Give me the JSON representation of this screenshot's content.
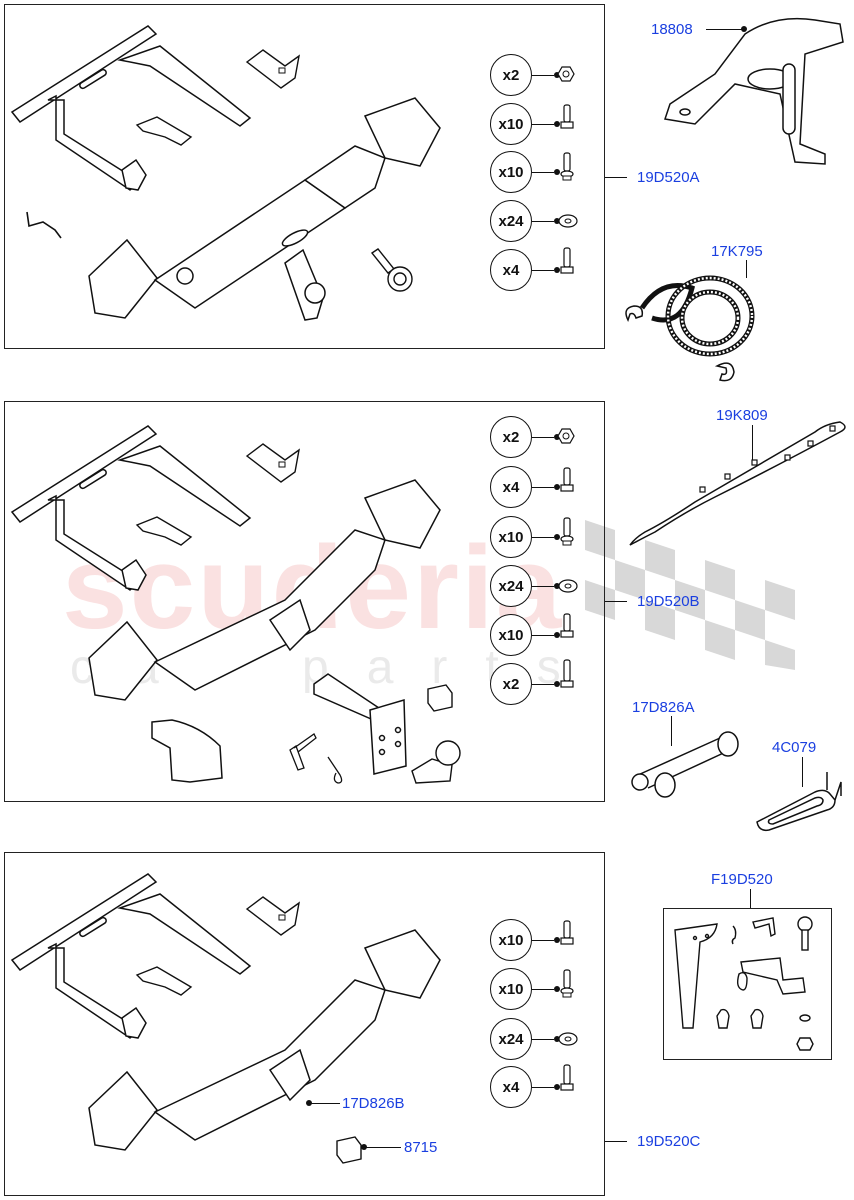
{
  "watermark": {
    "brand": "scuderia",
    "sub": "car parts"
  },
  "panels": [
    {
      "id": "19D520A",
      "label": "19D520A",
      "fasteners": [
        {
          "qty": "x2",
          "type": "nut"
        },
        {
          "qty": "x10",
          "type": "bolt"
        },
        {
          "qty": "x10",
          "type": "flange-bolt"
        },
        {
          "qty": "x24",
          "type": "washer"
        },
        {
          "qty": "x4",
          "type": "bolt"
        }
      ]
    },
    {
      "id": "19D520B",
      "label": "19D520B",
      "fasteners": [
        {
          "qty": "x2",
          "type": "nut"
        },
        {
          "qty": "x4",
          "type": "bolt"
        },
        {
          "qty": "x10",
          "type": "flange-bolt"
        },
        {
          "qty": "x24",
          "type": "washer"
        },
        {
          "qty": "x10",
          "type": "bolt"
        },
        {
          "qty": "x2",
          "type": "bolt"
        }
      ]
    },
    {
      "id": "19D520C",
      "label": "19D520C",
      "fasteners": [
        {
          "qty": "x10",
          "type": "bolt"
        },
        {
          "qty": "x10",
          "type": "flange-bolt"
        },
        {
          "qty": "x24",
          "type": "washer"
        },
        {
          "qty": "x4",
          "type": "bolt"
        }
      ],
      "callouts": [
        {
          "label": "17D826B",
          "part": "tow-bar-pin"
        },
        {
          "label": "8715",
          "part": "receiver-cap"
        }
      ]
    }
  ],
  "loose_parts": [
    {
      "label": "18808",
      "part": "bracket"
    },
    {
      "label": "17K795",
      "part": "tow-rope"
    },
    {
      "label": "19K809",
      "part": "trim-panel"
    },
    {
      "label": "17D826A",
      "part": "hitch-pin"
    },
    {
      "label": "4C079",
      "part": "clip"
    },
    {
      "label": "F19D520",
      "part": "tow-ball-kit"
    }
  ]
}
